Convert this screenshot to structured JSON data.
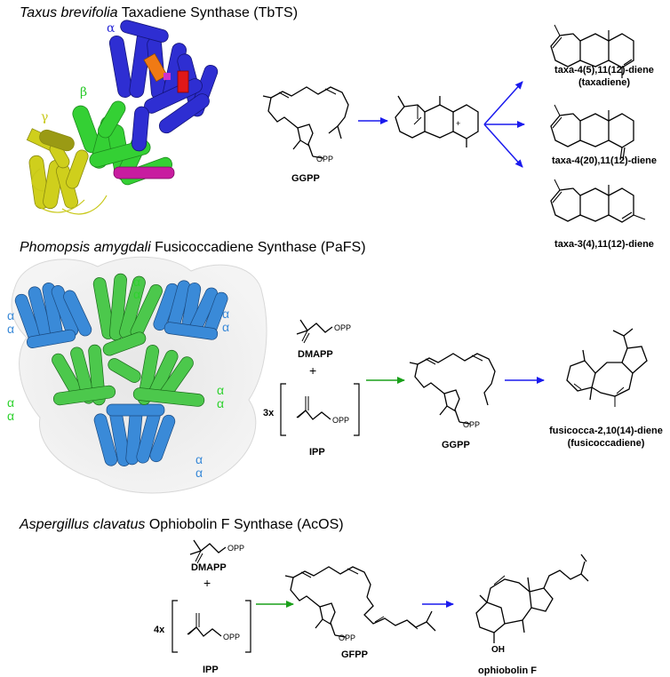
{
  "sections": [
    {
      "title_italic": "Taxus brevifolia",
      "title_rest": " Taxadiene Synthase (TbTS)"
    },
    {
      "title_italic": "Phomopsis amygdali",
      "title_rest": " Fusicoccadiene Synthase (PaFS)"
    },
    {
      "title_italic": "Aspergillus clavatus",
      "title_rest": " Ophiobolin F Synthase (AcOS)"
    }
  ],
  "tbts": {
    "domains": {
      "alpha": "α",
      "beta": "β",
      "gamma": "γ"
    },
    "substrate": "GGPP",
    "products": [
      {
        "line1": "taxa-4(5),11(12)-diene",
        "line2": "(taxadiene)"
      },
      {
        "line1": "taxa-4(20),11(12)-diene",
        "line2": ""
      },
      {
        "line1": "taxa-3(4),11(12)-diene",
        "line2": ""
      }
    ]
  },
  "pafs": {
    "alpha_pair": "α α",
    "dmapp": "DMAPP",
    "plus": "+",
    "ipp_count": "3x",
    "ipp": "IPP",
    "intermediate": "GGPP",
    "product_line1": "fusicocca-2,10(14)-diene",
    "product_line2": "(fusicoccadiene)"
  },
  "acos": {
    "dmapp": "DMAPP",
    "plus": "+",
    "ipp_count": "4x",
    "ipp": "IPP",
    "intermediate": "GFPP",
    "product": "ophiobolin F",
    "oh": "OH"
  },
  "opp": "OPP",
  "colors": {
    "alpha": "#2a2ad6",
    "beta": "#28c828",
    "gamma": "#c8c818",
    "pafs_blue": "#3a8ad8",
    "pafs_green": "#4cc84c",
    "arrow_blue": "#1a1aee",
    "arrow_green": "#1aa01a"
  }
}
